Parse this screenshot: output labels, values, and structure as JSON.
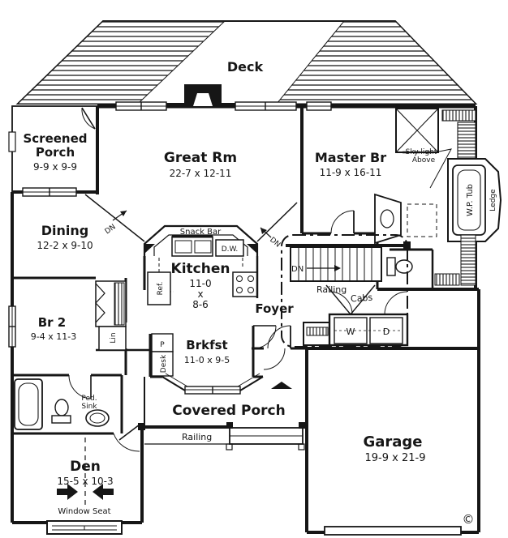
{
  "plan": {
    "type": "first-floor-plan",
    "ink_color": "#161616",
    "paper_color": "#ffffff"
  },
  "rooms": {
    "deck": {
      "name": "Deck"
    },
    "screened_porch": {
      "line1": "Screened",
      "line2": "Porch",
      "dims": "9-9 x 9-9"
    },
    "great_rm": {
      "name": "Great Rm",
      "dims": "22-7 x 12-11"
    },
    "master_br": {
      "name": "Master Br",
      "dims": "11-9 x 16-11"
    },
    "dining": {
      "name": "Dining",
      "dims": "12-2 x 9-10"
    },
    "kitchen": {
      "name": "Kitchen",
      "dims_line1": "11-0",
      "dims_line2": "x",
      "dims_line3": "8-6"
    },
    "foyer": {
      "name": "Foyer"
    },
    "br2": {
      "name": "Br 2",
      "dims": "9-4 x 11-3"
    },
    "brkfst": {
      "name": "Brkfst",
      "dims": "11-0 x 9-5"
    },
    "covered_porch": {
      "name": "Covered Porch"
    },
    "den": {
      "name": "Den",
      "dims": "15-5 x 10-3"
    },
    "garage": {
      "name": "Garage",
      "dims": "19-9 x 21-9"
    }
  },
  "annotations": {
    "snack_bar": "Snack Bar",
    "dishwasher": "D.W.",
    "refrigerator": "Ref.",
    "sky_light_line1": "Sky light",
    "sky_light_line2": "Above",
    "wp_tub": "W.P. Tub",
    "ledge": "Ledge",
    "railing_stairs": "Railing",
    "railing_porch": "Railing",
    "cabs": "Cabs",
    "washer": "W",
    "dryer": "D",
    "dn_dining": "DN",
    "dn_foyer": "DN",
    "dn_stairs": "DN",
    "linen": "Lin",
    "ped_sink_line1": "Ped.",
    "ped_sink_line2": "Sink",
    "desk": "Desk",
    "pantry": "P",
    "window_seat": "Window Seat",
    "copyright": "©"
  }
}
